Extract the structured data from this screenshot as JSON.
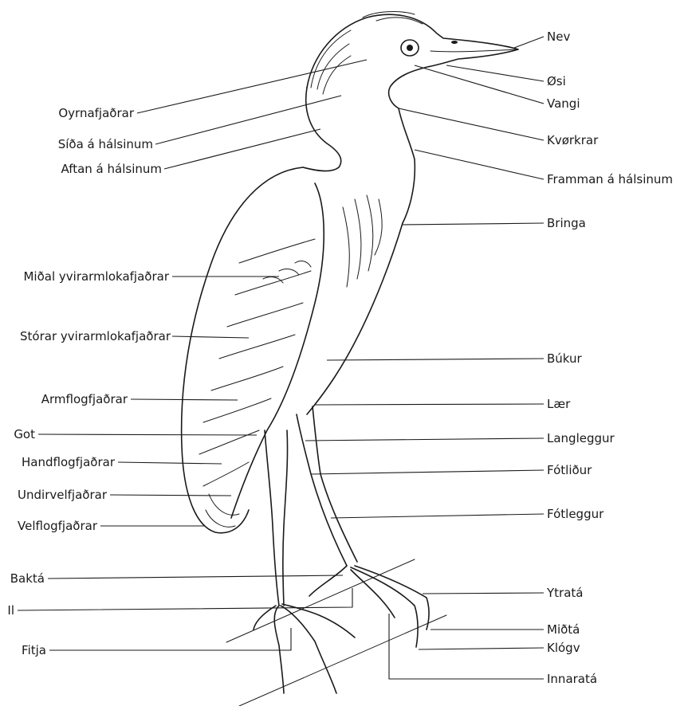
{
  "labels": {
    "nev": "Nev",
    "osi": "Øsi",
    "vangi": "Vangi",
    "kvorkrar": "Kvørkrar",
    "framman": "Framman á hálsinum",
    "bringa": "Bringa",
    "bukur": "Búkur",
    "laer": "Lær",
    "langleggur": "Langleggur",
    "fotlidur": "Fótliður",
    "fotleggur": "Fótleggur",
    "ytrata": "Ytratá",
    "midta": "Miðtá",
    "klogv": "Klógv",
    "innarata": "Innaratá",
    "oyrnafjadrar": "Oyrnafjaðrar",
    "sida": "Síða á hálsinum",
    "aftan": "Aftan á hálsinum",
    "midal": "Miðal yvirarmlokafjaðrar",
    "storar": "Stórar yvirarmlokafjaðrar",
    "armflog": "Armflogfjaðrar",
    "got": "Got",
    "handflog": "Handflogfjaðrar",
    "undirvel": "Undirvelfjaðrar",
    "velflog": "Velflogfjaðrar",
    "bakta": "Baktá",
    "il": "Il",
    "fitja": "Fitja"
  }
}
